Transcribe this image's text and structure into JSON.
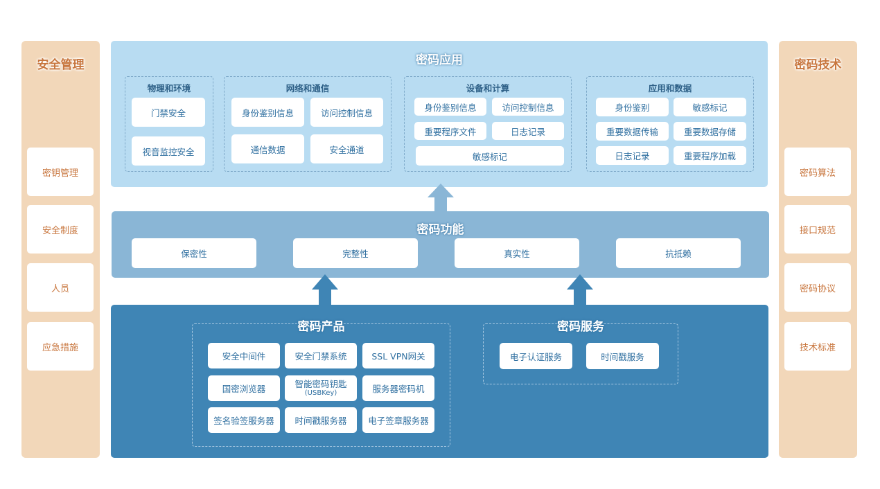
{
  "left_panel": {
    "title": "安全管理",
    "items": [
      "密钥管理",
      "安全制度",
      "人员",
      "应急措施"
    ]
  },
  "right_panel": {
    "title": "密码技术",
    "items": [
      "密码算法",
      "接口规范",
      "密码协议",
      "技术标准"
    ]
  },
  "app_layer": {
    "title": "密码应用",
    "groups": [
      {
        "title": "物理和环境",
        "items": [
          "门禁安全",
          "视音监控安全"
        ]
      },
      {
        "title": "网络和通信",
        "items": [
          "身份鉴别信息",
          "访问控制信息",
          "通信数据",
          "安全通道"
        ]
      },
      {
        "title": "设备和计算",
        "items": [
          "身份鉴别信息",
          "访问控制信息",
          "重要程序文件",
          "日志记录",
          "敏感标记"
        ]
      },
      {
        "title": "应用和数据",
        "items": [
          "身份鉴别",
          "敏感标记",
          "重要数据传输",
          "重要数据存储",
          "日志记录",
          "重要程序加载"
        ]
      }
    ]
  },
  "function_layer": {
    "title": "密码功能",
    "items": [
      "保密性",
      "完整性",
      "真实性",
      "抗抵赖"
    ]
  },
  "base_layer": {
    "products": {
      "title": "密码产品",
      "items": [
        "安全中间件",
        "安全门禁系统",
        "SSL VPN网关",
        "国密浏览器",
        "智能密码钥匙",
        "服务器密码机",
        "签名验签服务器",
        "时间戳服务器",
        "电子签章服务器"
      ],
      "usbkey_note": "(USBKey)"
    },
    "services": {
      "title": "密码服务",
      "items": [
        "电子认证服务",
        "时间戳服务"
      ]
    }
  },
  "colors": {
    "side_panel": "#f2d7b9",
    "side_text": "#c8763e",
    "app_bg": "#b8dcf2",
    "function_bg": "#8ab6d6",
    "base_bg": "#3f85b5",
    "box_text": "#2f6fa0",
    "arrow_light": "#8ab6d6",
    "arrow_dark": "#3f85b5"
  }
}
